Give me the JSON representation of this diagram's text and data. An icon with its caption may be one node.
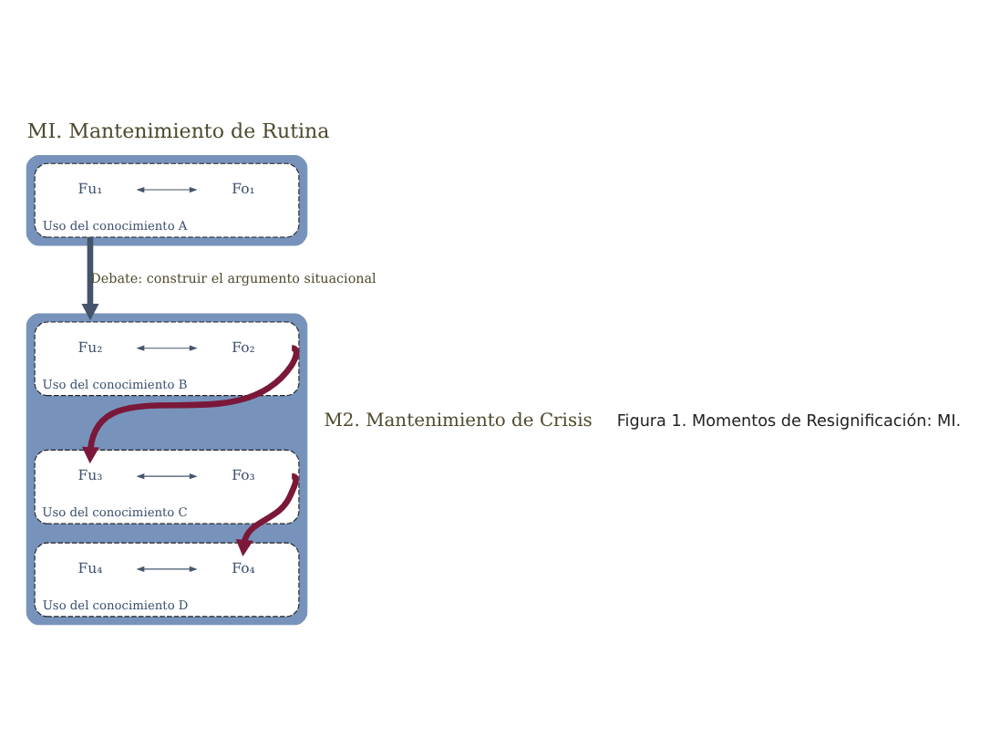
{
  "diagram": {
    "title": "MI. Mantenimiento de Rutina",
    "caption": "Figura 1. Momentos de Resignificación: MI.",
    "nodes": [
      {
        "text": [],
        "shape": "box"
      },
      {
        "text": [
          "Uso del conocimiento A"
        ],
        "in": 0
      },
      {
        "text": [
          "Fu₁"
        ],
        "in": 1
      },
      {
        "text": [
          "Fo₁"
        ],
        "in": 1
      },
      {
        "text": [],
        "shape": "box"
      },
      {
        "text": [
          "Uso del conocimiento B"
        ],
        "in": 4
      },
      {
        "text": [
          "Fu₂"
        ],
        "in": 5
      },
      {
        "text": [
          "Fo₂"
        ],
        "in": 5
      },
      {
        "text": [
          "Uso del conocimiento C"
        ],
        "in": 4
      },
      {
        "text": [
          "Fu₃"
        ],
        "in": 8
      },
      {
        "text": [
          "Fo₃"
        ],
        "in": 8
      },
      {
        "text": [
          "Uso del conocimiento D"
        ],
        "in": 4
      },
      {
        "text": [
          "Fu₄"
        ],
        "in": 11
      },
      {
        "text": [
          "Fo₄"
        ],
        "in": 11
      }
    ],
    "edges": [
      {
        "from": 2,
        "to": 3,
        "arrow": "both"
      },
      {
        "from": 1,
        "to": 4,
        "arrow": "to",
        "label": "Debate: construir el argumento situacional",
        "style": "thick"
      },
      {
        "from": 6,
        "to": 7,
        "arrow": "both"
      },
      {
        "from": 7,
        "to": 9,
        "arrow": "to",
        "style": "thick",
        "color": "#7b1839"
      },
      {
        "from": 9,
        "to": 10,
        "arrow": "both"
      },
      {
        "from": 10,
        "to": 13,
        "arrow": "to",
        "style": "thick",
        "color": "#7b1839"
      },
      {
        "from": 12,
        "to": 13,
        "arrow": "both"
      }
    ],
    "labels": [
      "M2. Mantenimiento de Crisis"
    ]
  }
}
